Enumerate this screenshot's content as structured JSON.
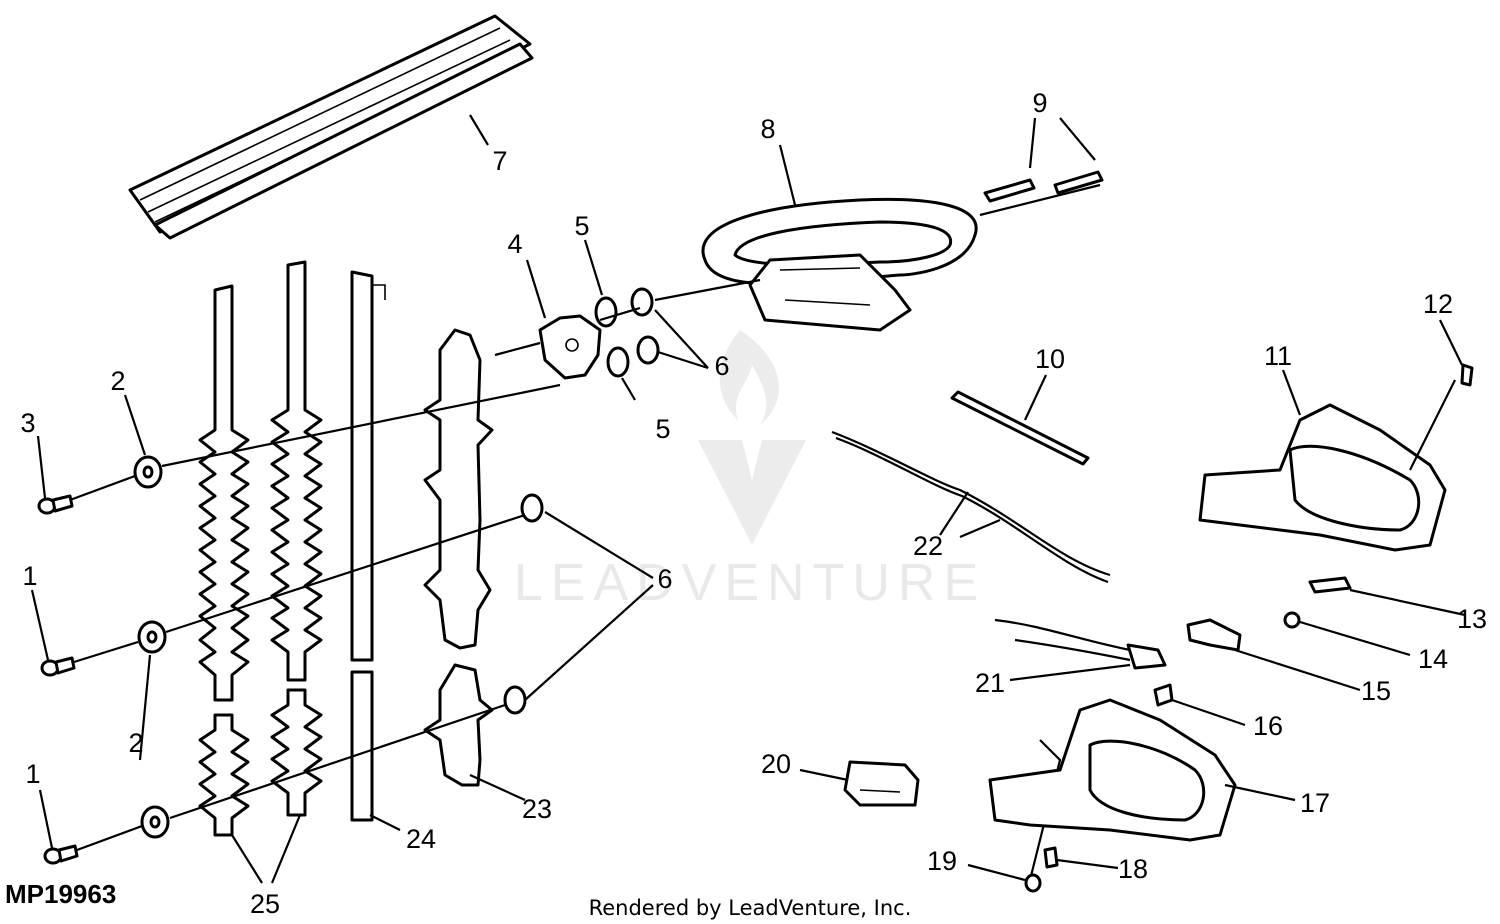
{
  "diagram": {
    "code": "MP19963",
    "credit": "Rendered by LeadVenture, Inc.",
    "watermark": "LEADVENTURE",
    "callouts": [
      "1",
      "1",
      "2",
      "2",
      "3",
      "4",
      "5",
      "5",
      "6",
      "6",
      "6",
      "7",
      "8",
      "9",
      "10",
      "11",
      "12",
      "13",
      "14",
      "15",
      "16",
      "17",
      "18",
      "19",
      "20",
      "21",
      "22",
      "23",
      "24",
      "25"
    ]
  }
}
